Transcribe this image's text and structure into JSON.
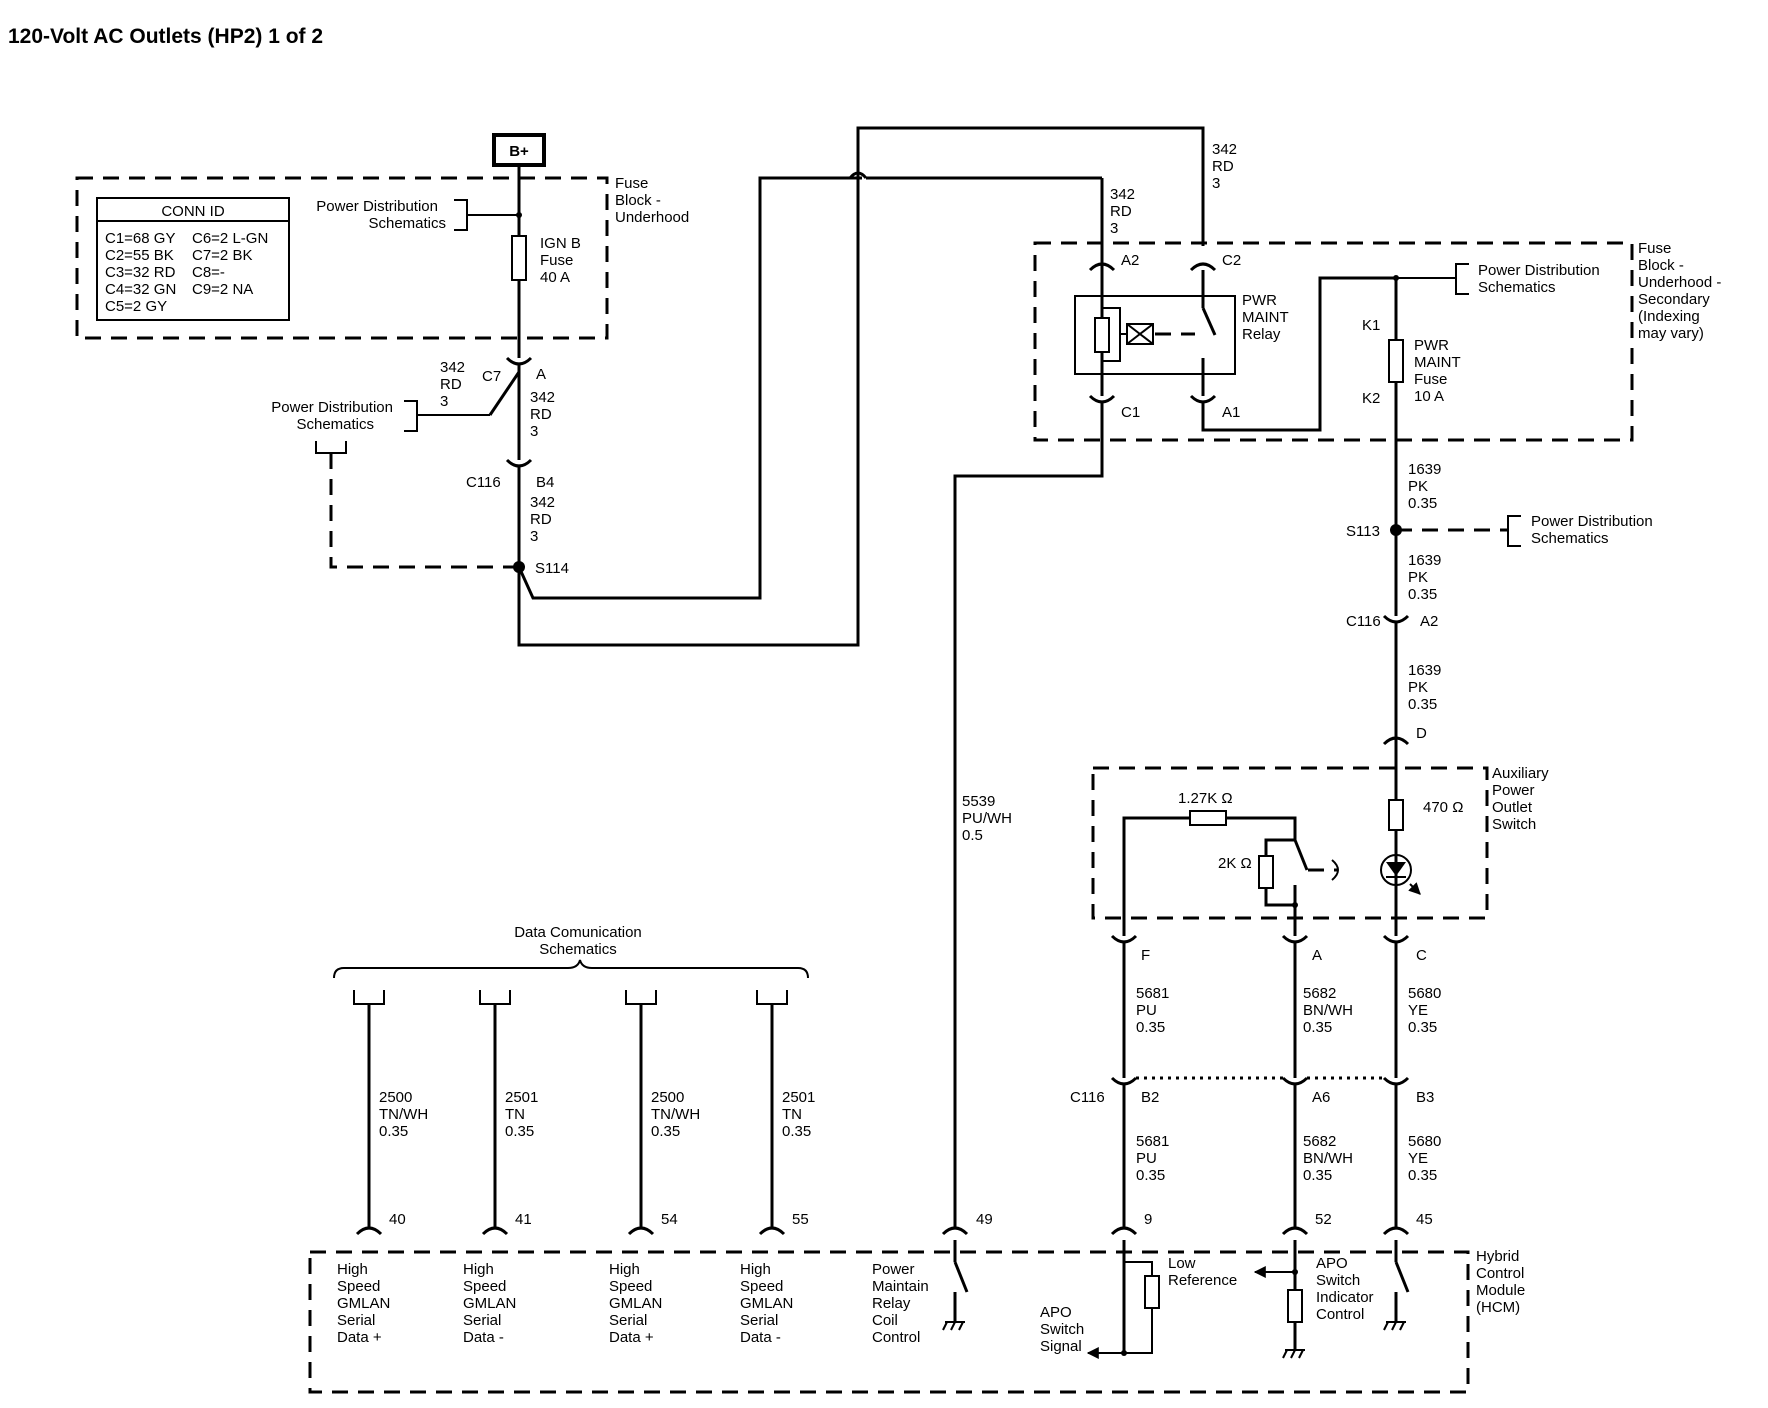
{
  "title": "120-Volt AC Outlets (HP2) 1 of 2",
  "bplus": "B+",
  "conn_id": {
    "header": "CONN ID",
    "rows": [
      [
        "C1=68 GY",
        "C6=2 L-GN"
      ],
      [
        "C2=55 BK",
        "C7=2 BK"
      ],
      [
        "C3=32 RD",
        "C8=-"
      ],
      [
        "C4=32 GN",
        "C9=2 NA"
      ],
      [
        "C5=2 GY",
        ""
      ]
    ]
  },
  "refs": {
    "pds": [
      "Power Distribution",
      "Schematics"
    ],
    "data_comm": [
      "Data Comunication",
      "Schematics"
    ]
  },
  "modules": {
    "fuse_block": [
      "Fuse",
      "Block -",
      "Underhood"
    ],
    "fuse_block_secondary": [
      "Fuse",
      "Block -",
      "Underhood -",
      "Secondary",
      "(Indexing",
      "may vary)"
    ],
    "aux_switch": [
      "Auxiliary",
      "Power",
      "Outlet",
      "Switch"
    ],
    "hcm": [
      "Hybrid",
      "Control",
      "Module",
      "(HCM)"
    ]
  },
  "components": {
    "ign_fuse": [
      "IGN B",
      "Fuse",
      "40 A"
    ],
    "relay": [
      "PWR",
      "MAINT",
      "Relay"
    ],
    "maint_fuse": [
      "PWR",
      "MAINT",
      "Fuse",
      "10 A"
    ],
    "r1": "1.27K Ω",
    "r2": "2K Ω",
    "r3": "470 Ω"
  },
  "wires": {
    "w342": [
      "342",
      "RD",
      "3"
    ],
    "w1639": [
      "1639",
      "PK",
      "0.35"
    ],
    "w5539": [
      "5539",
      "PU/WH",
      "0.5"
    ],
    "w5681": [
      "5681",
      "PU",
      "0.35"
    ],
    "w5682": [
      "5682",
      "BN/WH",
      "0.35"
    ],
    "w5680": [
      "5680",
      "YE",
      "0.35"
    ],
    "w2500": [
      "2500",
      "TN/WH",
      "0.35"
    ],
    "w2501": [
      "2501",
      "TN",
      "0.35"
    ]
  },
  "pins": {
    "c7": "C7",
    "a": "A",
    "c116": "C116",
    "b4": "B4",
    "s114": "S114",
    "a2": "A2",
    "c2": "C2",
    "c1": "C1",
    "a1": "A1",
    "k1": "K1",
    "k2": "K2",
    "s113": "S113",
    "d": "D",
    "f": "F",
    "c": "C",
    "b2": "B2",
    "a6": "A6",
    "b3": "B3",
    "p40": "40",
    "p41": "41",
    "p54": "54",
    "p55": "55",
    "p49": "49",
    "p9": "9",
    "p52": "52",
    "p45": "45"
  },
  "hcm_labels": {
    "hs_plus": [
      "High",
      "Speed",
      "GMLAN",
      "Serial",
      "Data +"
    ],
    "hs_minus": [
      "High",
      "Speed",
      "GMLAN",
      "Serial",
      "Data -"
    ],
    "pmr": [
      "Power",
      "Maintain",
      "Relay",
      "Coil",
      "Control"
    ],
    "apo_sig": [
      "APO",
      "Switch",
      "Signal"
    ],
    "low_ref": [
      "Low",
      "Reference"
    ],
    "apo_ind": [
      "APO",
      "Switch",
      "Indicator",
      "Control"
    ]
  }
}
